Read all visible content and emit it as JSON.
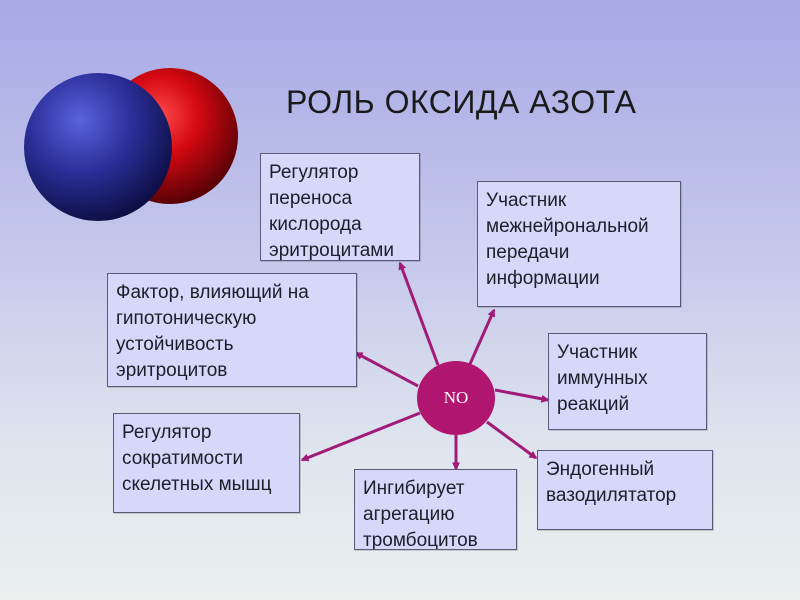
{
  "title": "РОЛЬ ОКСИДА АЗОТА",
  "center_label": "NO",
  "colors": {
    "arrow": "#a01a78",
    "center_fill": "#b0166f",
    "box_fill": "#d6d7f9",
    "box_border": "#5a5a78",
    "atom_blue": "#2b2f9a",
    "atom_red": "#cc0a14"
  },
  "roles": [
    {
      "id": "oxygen-transfer",
      "text": "Регулятор\nпереноса\nкислорода\nэритроцитами"
    },
    {
      "id": "interneuronal",
      "text": "Участник\nмежнейрональной\nпередачи\nинформации"
    },
    {
      "id": "hypotonic-resistance",
      "text": "Фактор, влияющий на\nгипотоническую\nустойчивость\nэритроцитов"
    },
    {
      "id": "immune",
      "text": "Участник\nиммунных\nреакций"
    },
    {
      "id": "muscle-contractility",
      "text": "Регулятор\nсократимости\nскелетных мышц"
    },
    {
      "id": "vasodilator",
      "text": "Эндогенный\nвазодилятатор"
    },
    {
      "id": "platelet-aggregation",
      "text": "Ингибирует\nагрегацию\nтромбоцитов"
    }
  ]
}
